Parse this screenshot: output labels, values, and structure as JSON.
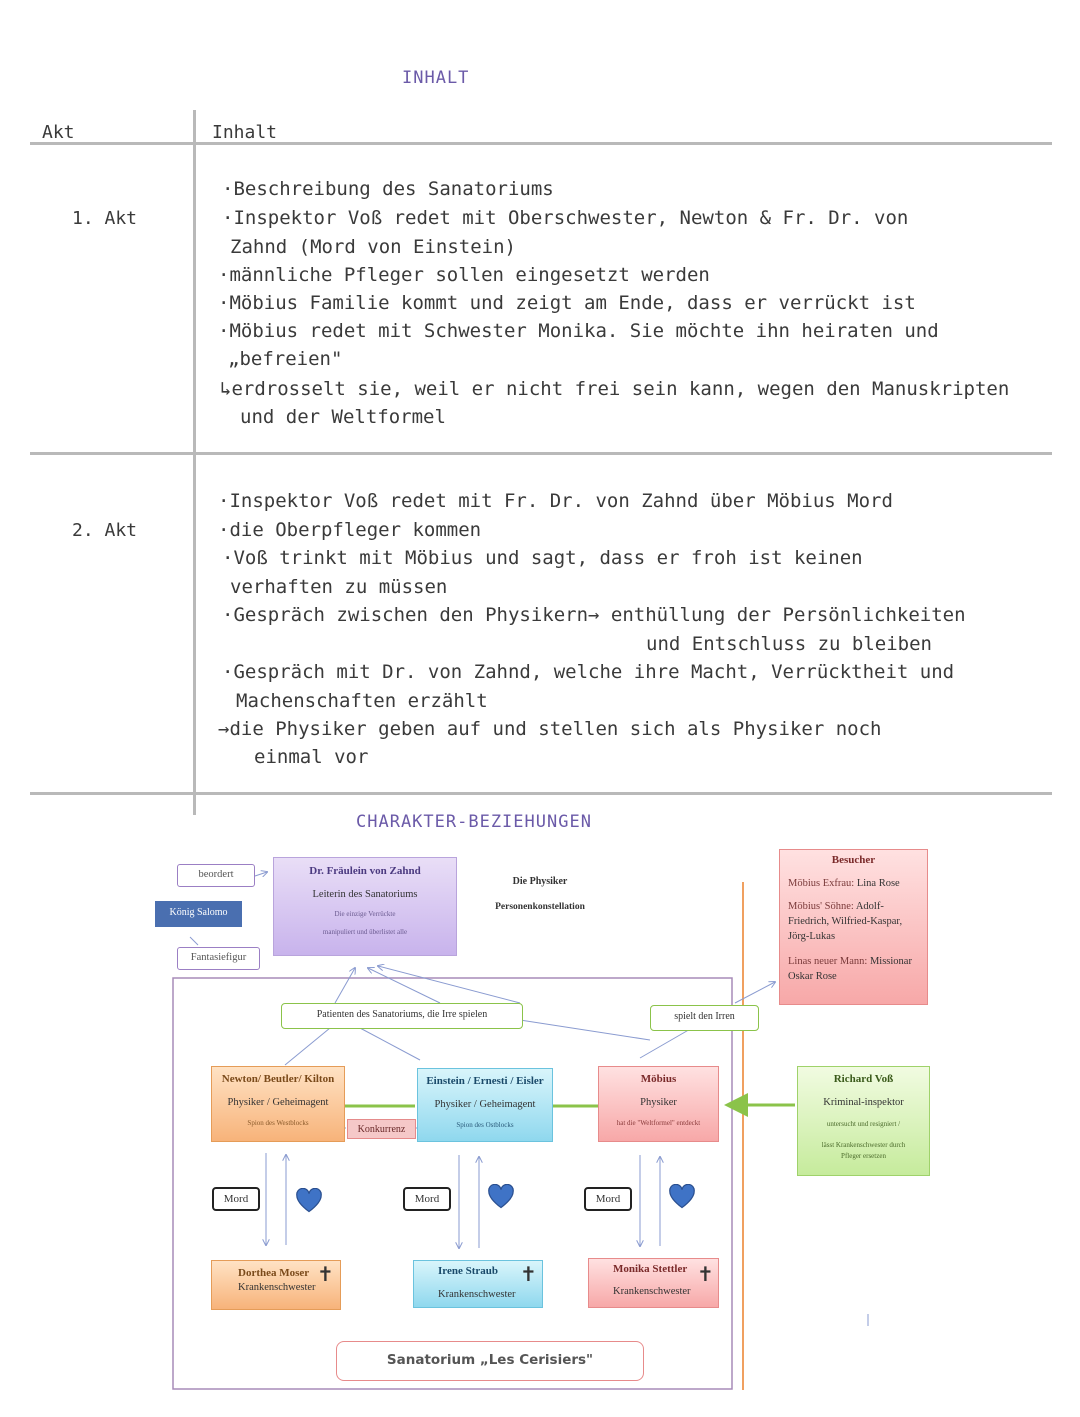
{
  "inhalt_title": "INHALT",
  "table": {
    "col_akt": "Akt",
    "col_inhalt": "Inhalt",
    "rows": [
      {
        "akt": "1. Akt",
        "lines": [
          "·Beschreibung des Sanatoriums",
          "·Inspektor Voß redet mit Oberschwester, Newton & Fr. Dr. von",
          "Zahnd (Mord von Einstein)",
          "·männliche Pfleger sollen eingesetzt werden",
          "·Möbius Familie kommt und zeigt am Ende, dass er verrückt ist",
          "·Möbius redet mit Schwester Monika. Sie möchte ihn heiraten und",
          "„befreien\"",
          "↳erdrosselt sie, weil er nicht frei sein kann, wegen den Manuskripten",
          "und der Weltformel"
        ]
      },
      {
        "akt": "2. Akt",
        "lines": [
          "·Inspektor Voß redet mit Fr. Dr. von Zahnd über Möbius Mord",
          "·die Oberpfleger kommen",
          "·Voß trinkt mit Möbius und sagt, dass er froh ist keinen",
          "verhaften zu müssen",
          "·Gespräch zwischen den Physikern→ enthüllung der Persönlichkeiten",
          "und Entschluss zu bleiben",
          "·Gespräch mit Dr. von Zahnd, welche ihre Macht, Verrücktheit und",
          "Machenschaften erzählt",
          "→die Physiker geben auf und stellen sich als Physiker noch",
          "einmal vor"
        ]
      }
    ]
  },
  "charakter_title": "CHARAKTER-BEZIEHUNGEN",
  "diagram": {
    "beordert": "beordert",
    "koenig": "König Salomo",
    "fantasie": "Fantasiefigur",
    "zahnd": {
      "name": "Dr. Fräulein von Zahnd",
      "role": "Leiterin des Sanatoriums",
      "note1": "Die einzige Verrückte",
      "note2": "manipuliert und überlistet alle"
    },
    "title1": "Die Physiker",
    "title2": "Personenkonstellation",
    "besucher": {
      "title": "Besucher",
      "l1a": "Möbius Exfrau:",
      "l1b": " Lina Rose",
      "l2a": "Möbius' Söhne:",
      "l2b": " Adolf-Friedrich, Wilfried-Kaspar, Jörg-Lukas",
      "l3a": "Linas neuer Mann:",
      "l3b": " Missionar Oskar Rose"
    },
    "patienten": "Patienten des Sanatoriums, die Irre spielen",
    "spielt": "spielt den Irren",
    "newton": {
      "name": "Newton/ Beutler/ Kilton",
      "role": "Physiker / Geheimagent",
      "note": "Spion des Westblocks"
    },
    "einstein": {
      "name": "Einstein / Ernesti / Eisler",
      "role": "Physiker / Geheimagent",
      "note": "Spion des Ostblocks"
    },
    "moebius": {
      "name": "Möbius",
      "role": "Physiker",
      "note": "hat die \"Weltformel\" entdeckt"
    },
    "voss": {
      "name": "Richard Voß",
      "role": "Kriminal-inspektor",
      "note1": "untersucht und resigniert /",
      "note2": "lässt Krankenschwester durch Pfleger ersetzen"
    },
    "konkurrenz": "Konkurrenz",
    "mord": "Mord",
    "dorthea": {
      "name": "Dorthea Moser",
      "role": "Krankenschwester"
    },
    "irene": {
      "name": "Irene Straub",
      "role": "Krankenschwester"
    },
    "monika": {
      "name": "Monika Stettler",
      "role": "Krankenschwester"
    },
    "sanatorium": "Sanatorium „Les Cerisiers\""
  }
}
